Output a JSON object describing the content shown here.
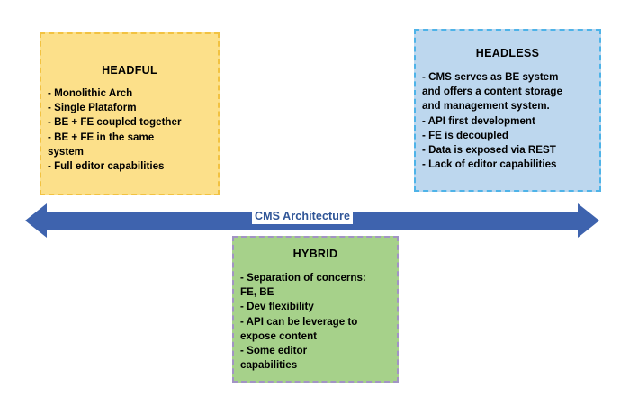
{
  "diagram": {
    "title": "CMS Architecture",
    "axis": {
      "label": "CMS Architecture",
      "arrow_color": "#3E63AE",
      "label_color": "#2F5597",
      "direction": "double-headed-horizontal"
    },
    "boxes": [
      {
        "id": "headful",
        "title": "HEADFUL",
        "fill": "#FCE08A",
        "border": "#F2C241",
        "position": "left",
        "bullets": [
          "- Monolithic Arch",
          "- Single Plataform",
          "- BE + FE coupled together",
          "- BE + FE in the same",
          "system",
          "- Full editor capabilities"
        ],
        "body": "- Monolithic Arch\n- Single Plataform\n- BE + FE coupled together\n- BE + FE in the same\nsystem\n- Full editor capabilities"
      },
      {
        "id": "headless",
        "title": "HEADLESS",
        "fill": "#BDD7EE",
        "border": "#4EB3E8",
        "position": "right",
        "bullets": [
          "- CMS serves as BE system",
          "and offers a content storage",
          "and management system.",
          "- API first development",
          "- FE is decoupled",
          "- Data is exposed via REST",
          "- Lack of editor capabilities"
        ],
        "body": "- CMS serves as BE system\nand offers a content storage\nand management system.\n- API first development\n- FE is decoupled\n- Data is exposed via REST\n- Lack of editor capabilities"
      },
      {
        "id": "hybrid",
        "title": "HYBRID",
        "fill": "#A6D18A",
        "border": "#A294C4",
        "position": "bottom-center",
        "bullets": [
          "- Separation of concerns:",
          " FE, BE",
          "- Dev flexibility",
          "- API can be leverage to",
          "expose content",
          "- Some editor",
          "capabilities"
        ],
        "body": "- Separation of concerns:\n FE, BE\n- Dev flexibility\n- API can be leverage to\nexpose content\n- Some editor\ncapabilities"
      }
    ]
  }
}
